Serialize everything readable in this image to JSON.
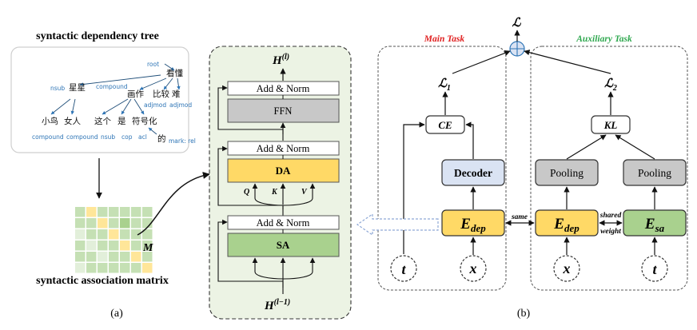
{
  "panel_a": {
    "tree_title": "syntactic dependency tree",
    "tree_nodes": {
      "root_word": "看懂",
      "star": "星星",
      "paint": "画作",
      "compare": "比较",
      "difficult": "难",
      "bird": "小鸟",
      "woman": "女人",
      "this": "这个",
      "is": "是",
      "symbolize": "符号化",
      "de": "的"
    },
    "tree_relations": {
      "root": "root",
      "nsub": "nsub",
      "compound": "compound",
      "adjmod1": "adjmod",
      "adjmod2": "adjmod",
      "b_compound1": "compound",
      "b_compound2": "compound",
      "b_nsub": "nsub",
      "b_cop": "cop",
      "b_acl": "acl",
      "b_mark": "mark: rel"
    },
    "matrix_label": "M",
    "matrix_title": "syntactic association matrix",
    "caption": "(a)"
  },
  "encoder": {
    "output_label": "H",
    "output_sup": "(l)",
    "add_norm_top": "Add & Norm",
    "ffn": "FFN",
    "add_norm_mid": "Add & Norm",
    "da": "DA",
    "q": "Q",
    "k": "K",
    "v": "V",
    "add_norm_bot": "Add & Norm",
    "sa": "SA",
    "input_label": "H",
    "input_sup": "(l−1)"
  },
  "panel_b": {
    "main_task": "Main Task",
    "aux_task": "Auxiliary Task",
    "loss": "ℒ",
    "loss1": "ℒ",
    "loss1_sub": "1",
    "loss2": "ℒ",
    "loss2_sub": "2",
    "ce": "CE",
    "kl": "KL",
    "decoder": "Decoder",
    "pooling_left": "Pooling",
    "pooling_right": "Pooling",
    "edep_left": "E",
    "edep_left_sub": "dep",
    "edep_right": "E",
    "edep_right_sub": "dep",
    "esa": "E",
    "esa_sub": "sa",
    "same": "same",
    "shared": "shared",
    "weight": "weight",
    "t_left": "t",
    "x_left": "x",
    "x_right": "x",
    "t_right": "t",
    "caption": "(b)"
  },
  "colors": {
    "panel_bg": "#ecf3e4",
    "ffn_gray": "#c8c8c8",
    "da_yellow": "#ffd966",
    "sa_green": "#a9d18e",
    "decoder_blue": "#dae3f3",
    "main_red": "#e02020",
    "aux_green": "#2fa84f",
    "relation_blue": "#2e75b6"
  },
  "matrix_cells": [
    [
      "#c5e0b4",
      "#ffe699",
      "#c5e0b4",
      "#c5e0b4",
      "#c5e0b4",
      "#c5e0b4",
      "#c5e0b4"
    ],
    [
      "#c5e0b4",
      "#c5e0b4",
      "#ffe699",
      "#c5e0b4",
      "#a9d18e",
      "#c5e0b4",
      "#c5e0b4"
    ],
    [
      "#e2efda",
      "#c5e0b4",
      "#c5e0b4",
      "#ffe699",
      "#c5e0b4",
      "#c5e0b4",
      "#c5e0b4"
    ],
    [
      "#c5e0b4",
      "#e2efda",
      "#c5e0b4",
      "#c5e0b4",
      "#ffe699",
      "#c5e0b4",
      "#c5e0b4"
    ],
    [
      "#c5e0b4",
      "#c5e0b4",
      "#e2efda",
      "#c5e0b4",
      "#c5e0b4",
      "#ffe699",
      "#c5e0b4"
    ],
    [
      "#e2efda",
      "#c5e0b4",
      "#c5e0b4",
      "#c5e0b4",
      "#c5e0b4",
      "#c5e0b4",
      "#ffe699"
    ]
  ]
}
